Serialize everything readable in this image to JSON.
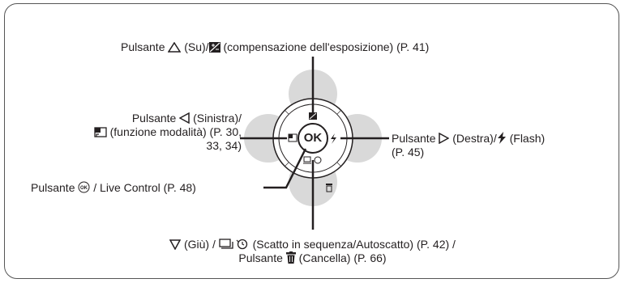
{
  "labels": {
    "up": {
      "prefix": "Pulsante",
      "text": "(Su)/",
      "suffix": "(compensazione dell'esposizione) (P. 41)"
    },
    "left": {
      "line1_prefix": "Pulsante",
      "line1_suffix": "(Sinistra)/",
      "line2_suffix": "(funzione modalità) (P. 30,",
      "line3": "33, 34)"
    },
    "right": {
      "line1_prefix": "Pulsante",
      "line1_mid": "(Destra)/",
      "line1_suffix": "(Flash)",
      "line2": "(P. 45)"
    },
    "ok": {
      "prefix": "Pulsante",
      "suffix": "/ Live Control (P. 48)"
    },
    "down": {
      "line1_mid": "(Giù) /",
      "line1_suffix": "(Scatto in sequenza/Autoscatto) (P. 42) /",
      "line2_prefix": "Pulsante",
      "line2_suffix": "(Cancella) (P. 66)"
    }
  },
  "dial": {
    "center_label": "OK"
  },
  "colors": {
    "highlight": "#d9d9d9",
    "ink": "#231f20",
    "frame": "#555555"
  }
}
